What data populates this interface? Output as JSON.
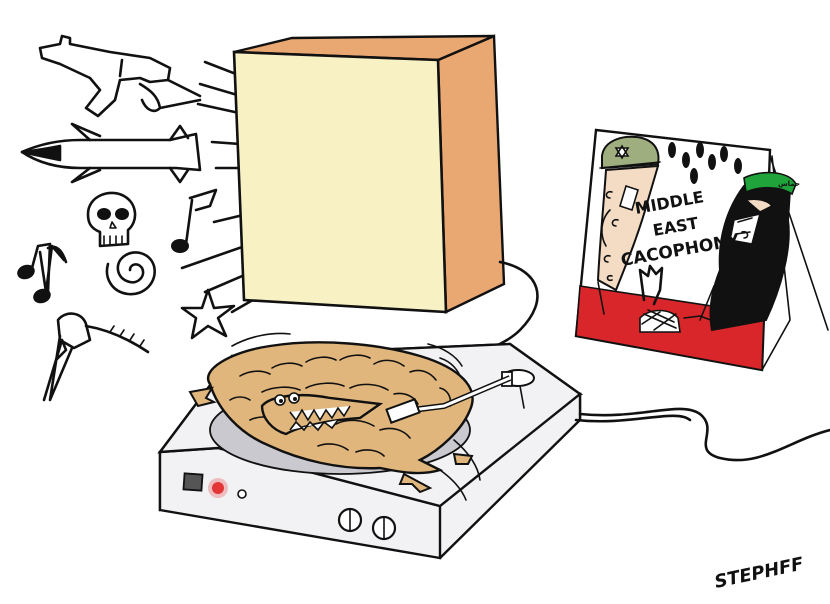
{
  "cartoon": {
    "album": {
      "line1": "MIDDLE",
      "line2": "EAST",
      "line3": "CACOPHONY",
      "banner_text": "حماس"
    },
    "signature": "STEPHFF"
  },
  "colors": {
    "speaker_front": "#f8f1c4",
    "speaker_side": "#e9a872",
    "album_red": "#d9262a",
    "turntable": "#f2f2f4",
    "croc": "#e0b67d",
    "helmet": "#9fae7e",
    "led": "#e01e1e"
  },
  "icons": [
    "rifle-icon",
    "missile-icon",
    "skull-icon",
    "music-note-icon",
    "spiral-icon",
    "star-icon",
    "knife-icon"
  ]
}
